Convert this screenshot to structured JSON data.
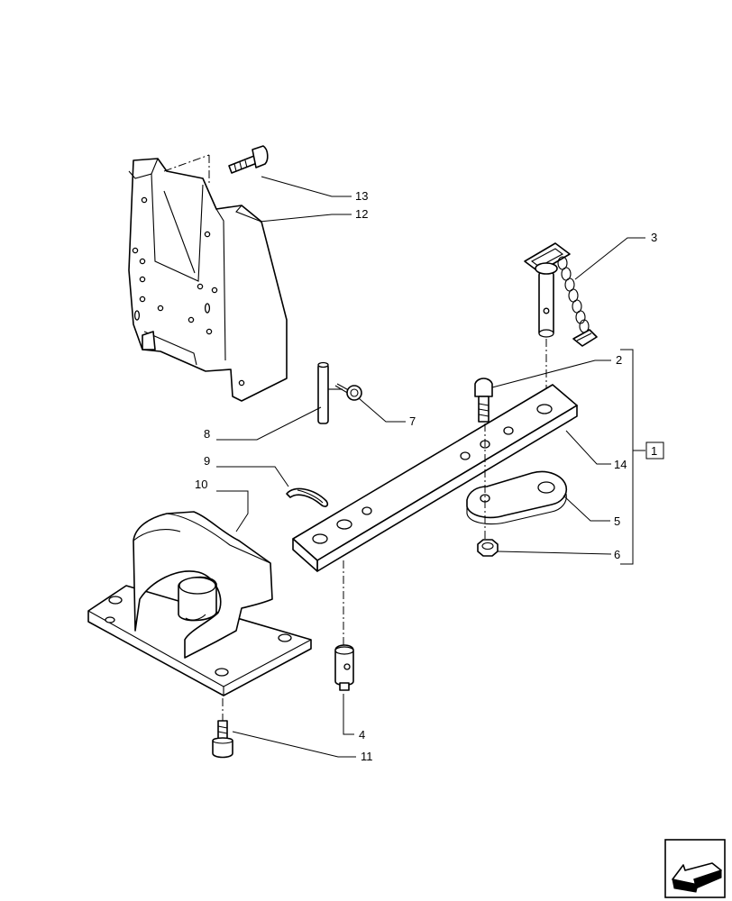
{
  "diagram": {
    "callouts": {
      "c1": "1",
      "c2": "2",
      "c3": "3",
      "c4": "4",
      "c5": "5",
      "c6": "6",
      "c7": "7",
      "c8": "8",
      "c9": "9",
      "c10": "10",
      "c11": "11",
      "c12": "12",
      "c13": "13",
      "c14": "14"
    },
    "icons": {
      "navigation": "arrow-icon"
    }
  }
}
